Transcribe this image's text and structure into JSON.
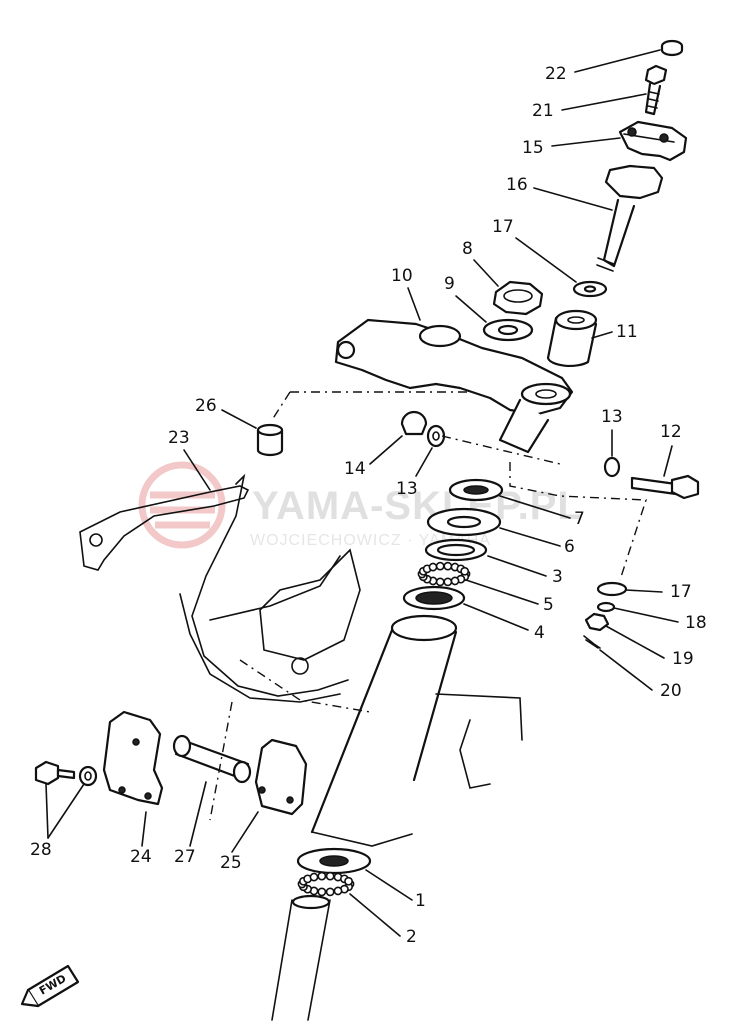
{
  "diagram": {
    "callouts": [
      {
        "id": "c1",
        "text": "1"
      },
      {
        "id": "c2",
        "text": "2"
      },
      {
        "id": "c3",
        "text": "3"
      },
      {
        "id": "c4",
        "text": "4"
      },
      {
        "id": "c5",
        "text": "5"
      },
      {
        "id": "c6",
        "text": "6"
      },
      {
        "id": "c7",
        "text": "7"
      },
      {
        "id": "c8",
        "text": "8"
      },
      {
        "id": "c9",
        "text": "9"
      },
      {
        "id": "c10",
        "text": "10"
      },
      {
        "id": "c11",
        "text": "11"
      },
      {
        "id": "c12",
        "text": "12"
      },
      {
        "id": "c13a",
        "text": "13"
      },
      {
        "id": "c13b",
        "text": "13"
      },
      {
        "id": "c14",
        "text": "14"
      },
      {
        "id": "c15",
        "text": "15"
      },
      {
        "id": "c16",
        "text": "16"
      },
      {
        "id": "c17a",
        "text": "17"
      },
      {
        "id": "c17b",
        "text": "17"
      },
      {
        "id": "c18",
        "text": "18"
      },
      {
        "id": "c19",
        "text": "19"
      },
      {
        "id": "c20",
        "text": "20"
      },
      {
        "id": "c21",
        "text": "21"
      },
      {
        "id": "c22",
        "text": "22"
      },
      {
        "id": "c23",
        "text": "23"
      },
      {
        "id": "c24",
        "text": "24"
      },
      {
        "id": "c25",
        "text": "25"
      },
      {
        "id": "c26",
        "text": "26"
      },
      {
        "id": "c27",
        "text": "27"
      },
      {
        "id": "c28",
        "text": "28"
      }
    ],
    "direction_badge": "FWD"
  },
  "watermark": {
    "title": "YAMA-SKLEP.PL",
    "subtitle": "WOJCIECHOWICZ · YAMAHA",
    "color": "#e0e0e0",
    "logo_color": "#f2c8c8"
  }
}
